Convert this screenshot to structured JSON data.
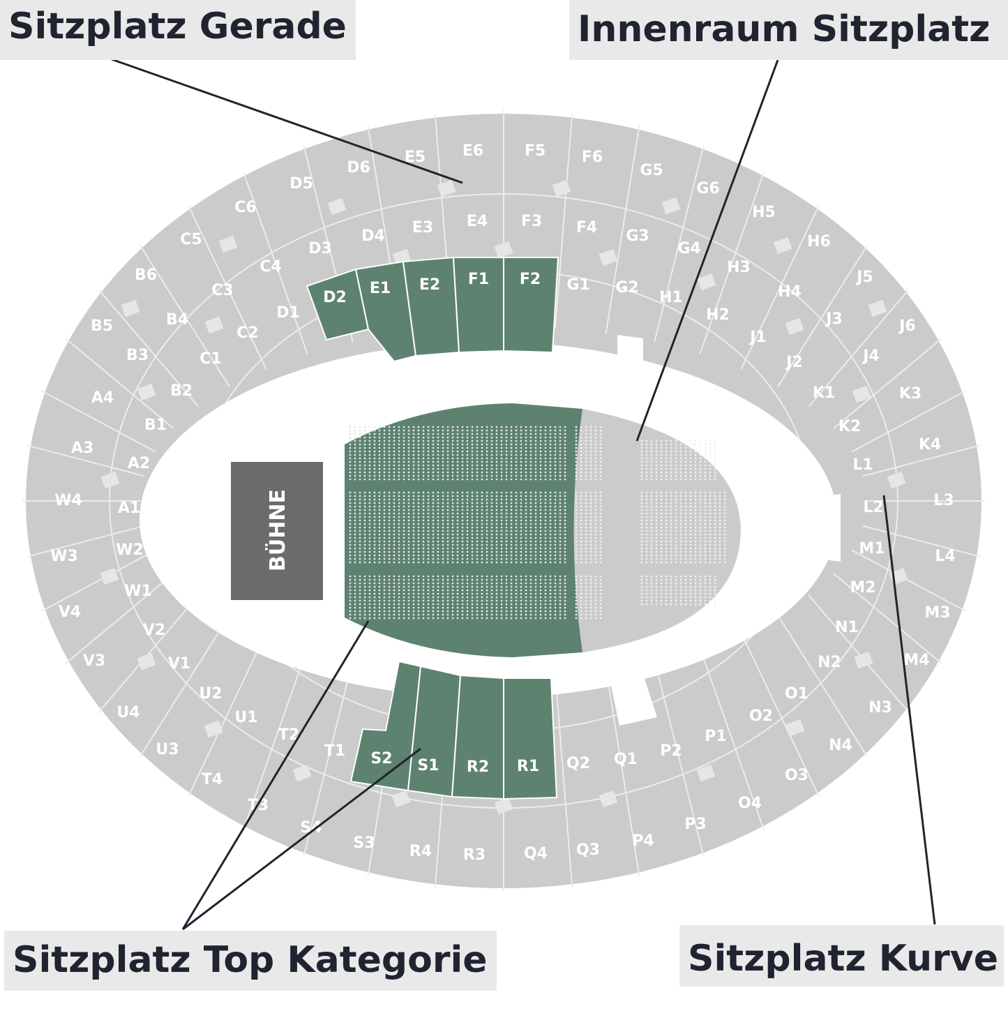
{
  "colors": {
    "seat_grey": "#cbcbcb",
    "seat_line": "#ececec",
    "top_category": "#5e8270",
    "stage": "#6b6b6b",
    "label_grey": "#ffffff",
    "callout_bg": "#e9e9e9",
    "callout_text": "#1f2430",
    "leader_line": "#1f2430"
  },
  "callouts": {
    "gerade": "Sitzplatz Gerade",
    "innenraum": "Innenraum Sitzplatz",
    "top": "Sitzplatz Top Kategorie",
    "kurve": "Sitzplatz Kurve"
  },
  "stage_label": "BÜHNE",
  "sections": {
    "outer_ring": [
      "E6",
      "F5",
      "F6",
      "G5",
      "G6",
      "H5",
      "H6",
      "J5",
      "J6",
      "K3",
      "K4",
      "L3",
      "L4",
      "M3",
      "M4",
      "N3",
      "N4",
      "O3",
      "O4",
      "P3",
      "P4",
      "Q3",
      "Q4",
      "R3",
      "R4",
      "S3",
      "S4",
      "T3",
      "T4",
      "U3",
      "U4",
      "V3",
      "V4",
      "W3",
      "W4",
      "A3",
      "A4",
      "B5",
      "B6",
      "C5",
      "C6",
      "D5",
      "D6",
      "E5"
    ],
    "middle_ring": [
      "E4",
      "F3",
      "F4",
      "G3",
      "G4",
      "H3",
      "H4",
      "J3",
      "J4",
      "K1",
      "K2",
      "L1",
      "L2",
      "M1",
      "M2",
      "N1",
      "N2",
      "O1",
      "O2",
      "P1",
      "P2",
      "Q1",
      "Q2",
      "T1",
      "T2",
      "U1",
      "U2",
      "V1",
      "V2",
      "W1",
      "W2",
      "A1",
      "A2",
      "B1",
      "B2",
      "B3",
      "B4",
      "C1",
      "C2",
      "C3",
      "C4",
      "D1",
      "D3",
      "D4",
      "E3",
      "G1",
      "G2",
      "H1",
      "H2",
      "J1",
      "J2",
      "O3"
    ],
    "top_category": [
      "D2",
      "E1",
      "E2",
      "F1",
      "F2",
      "S2",
      "S1",
      "R2",
      "R1"
    ]
  }
}
